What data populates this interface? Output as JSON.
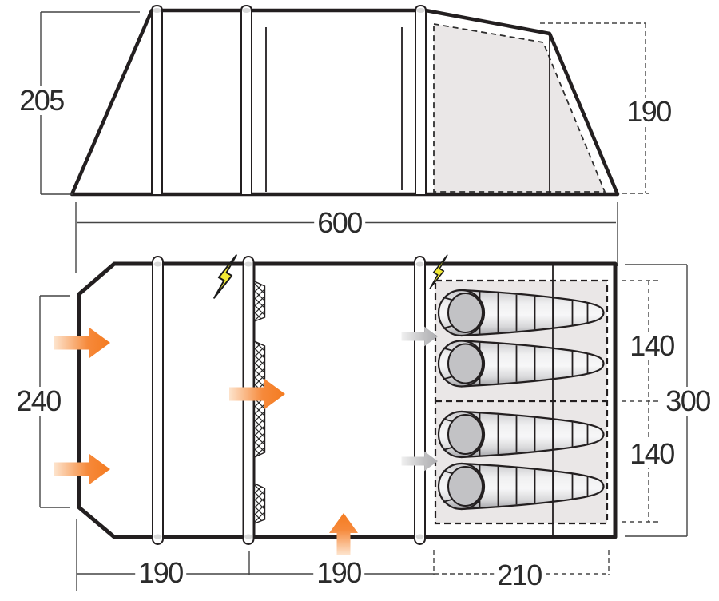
{
  "side_view": {
    "dims": {
      "height": "205",
      "rear_height": "190",
      "length": "600"
    }
  },
  "floor_plan": {
    "dims": {
      "living_width": "240",
      "bedroom_width_top": "140",
      "bedroom_width_bottom": "140",
      "total_width": "300",
      "front_length": "190",
      "living_length": "190",
      "bedroom_length": "210"
    },
    "sleeping_bag_count": "4"
  },
  "icons": {
    "lightning_bolt": "electric-cable-entry",
    "orange_arrow": "entrance-door",
    "gray_arrow": "inner-tent-door",
    "mesh_panel": "mesh-vent-strip",
    "pole": "tent-pole",
    "sleeping_bag": "sleeping-bag"
  },
  "colors": {
    "outline": "#231f20",
    "orange": "#f47b20",
    "orange_pale": "#fde3cc",
    "yellow": "#f3ea33",
    "inner_gray": "#eae7e7",
    "bag_hood_gray": "#c2c2c5",
    "gray_arrow": "#adadb0"
  }
}
